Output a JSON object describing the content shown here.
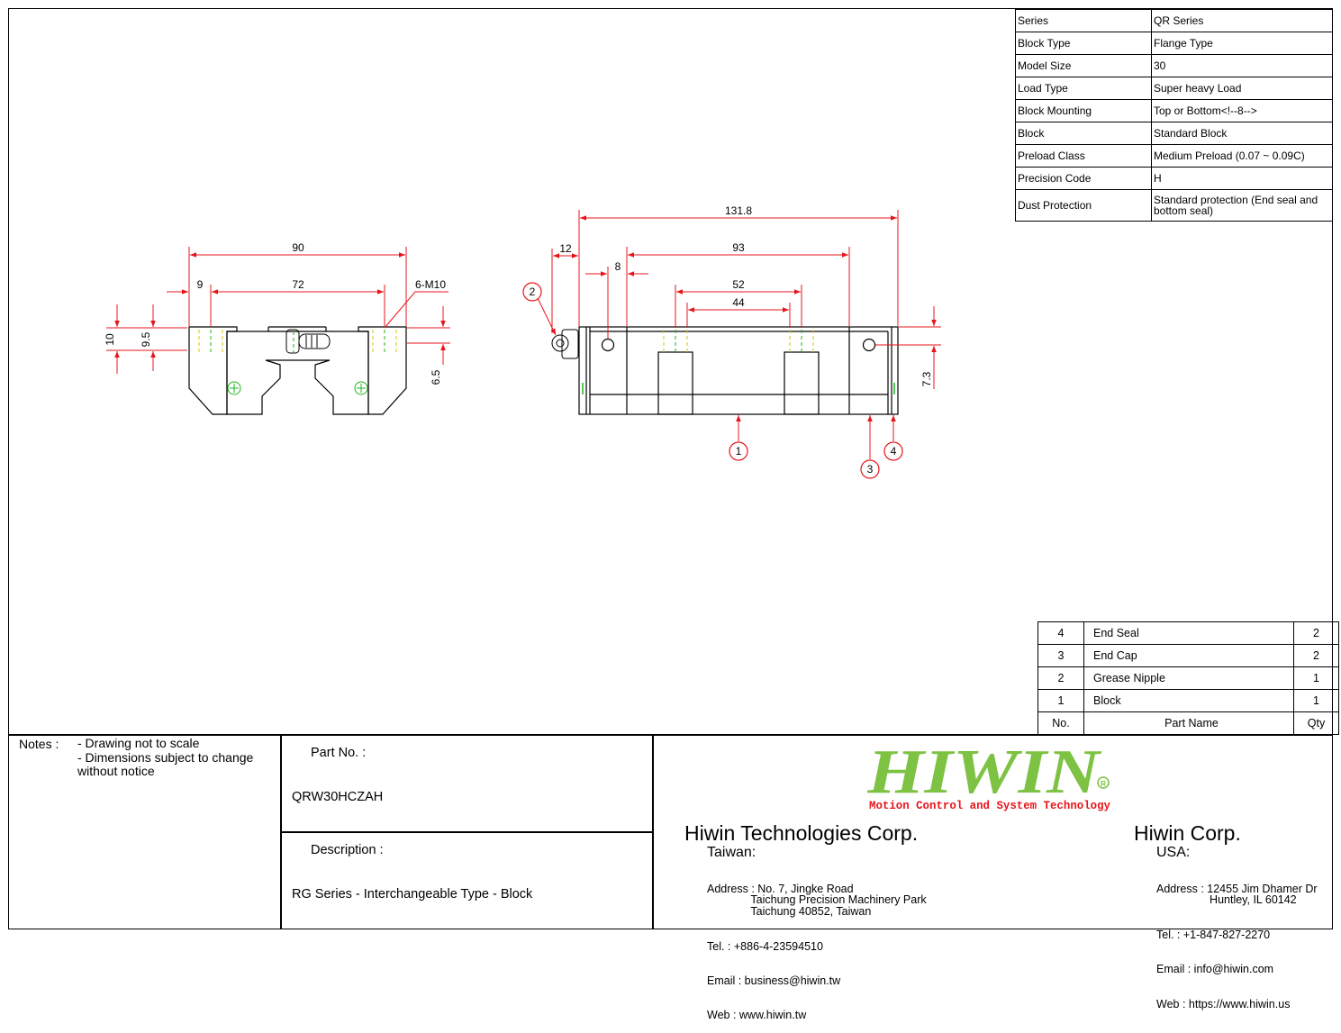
{
  "spec_table": [
    {
      "key": "Series",
      "value": "QR Series"
    },
    {
      "key": "Block Type",
      "value": "Flange Type"
    },
    {
      "key": "Model Size",
      "value": "30"
    },
    {
      "key": "Load Type",
      "value": "Super heavy Load"
    },
    {
      "key": "Block Mounting",
      "value": "Top or Bottom<!--8-->"
    },
    {
      "key": "Block",
      "value": "Standard Block"
    },
    {
      "key": "Preload Class",
      "value": "Medium Preload (0.07 ~ 0.09C)"
    },
    {
      "key": "Precision Code",
      "value": "H"
    },
    {
      "key": "Dust Protection",
      "value": "Standard protection (End seal and bottom seal)"
    }
  ],
  "parts_list": {
    "rows": [
      {
        "no": "4",
        "name": "End Seal",
        "qty": "2"
      },
      {
        "no": "3",
        "name": "End Cap",
        "qty": "2"
      },
      {
        "no": "2",
        "name": "Grease Nipple",
        "qty": "1"
      },
      {
        "no": "1",
        "name": "Block",
        "qty": "1"
      }
    ],
    "header": {
      "no": "No.",
      "name": "Part Name",
      "qty": "Qty"
    }
  },
  "front_view": {
    "dims": {
      "overall_width": "90",
      "edge_offset": "9",
      "hole_spacing": "72",
      "thread_callout": "6-M10",
      "height_left": "10",
      "height_inner": "9.5",
      "height_right": "6.5"
    }
  },
  "side_view": {
    "dims": {
      "overall_length": "131.8",
      "nipple_offset": "12",
      "body_length": "93",
      "hole_offset": "8",
      "hole_spacing_outer": "52",
      "hole_spacing_inner": "44",
      "height_right": "7.3"
    },
    "balloons": [
      "1",
      "2",
      "3",
      "4"
    ]
  },
  "title_block": {
    "notes_label": "Notes :",
    "notes": [
      "- Drawing not to scale",
      "- Dimensions subject to change",
      "without notice"
    ],
    "part_no_label": "Part No. :",
    "part_no": "QRW30HCZAH",
    "description_label": "Description :",
    "description": "RG Series - Interchangeable Type - Block"
  },
  "company": {
    "logo_text": "HIWIN",
    "logo_mark": "R",
    "tagline": "Motion Control and System Technology",
    "taiwan": {
      "corp": "Hiwin Technologies Corp.",
      "region": "Taiwan:",
      "address": "Address : No. 7, Jingke Road\n              Taichung Precision Machinery Park\n              Taichung 40852, Taiwan",
      "tel": "Tel. : +886-4-23594510",
      "email": "Email : business@hiwin.tw",
      "web": "Web : www.hiwin.tw"
    },
    "usa": {
      "corp": "Hiwin Corp.",
      "region": "USA:",
      "address": "Address : 12455 Jim Dhamer Dr\n                 Huntley, IL 60142",
      "tel": "Tel. : +1-847-827-2270",
      "email": "Email : info@hiwin.com",
      "web": "Web : https://www.hiwin.us"
    }
  },
  "colors": {
    "dimension": "#e8141b",
    "logo": "#7dc242",
    "tagline": "#e8141b",
    "hidden_yellow": "#d6c800",
    "hidden_green": "#1db51d"
  }
}
